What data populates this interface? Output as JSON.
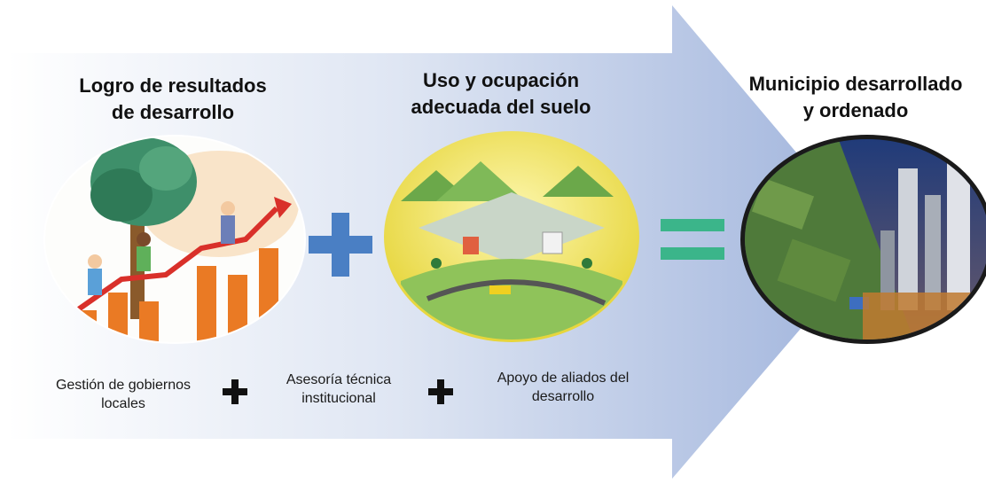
{
  "columns": [
    {
      "title_line1": "Logro de resultados",
      "title_line2": "de desarrollo",
      "image_label": "Illustration: people climbing a growth chart under a tree"
    },
    {
      "title_line1": "Uso y ocupación",
      "title_line2": "adecuada del suelo",
      "image_label": "Illustration: well-planned territory map with fields, roads and buildings"
    },
    {
      "title_line1": "Municipio desarrollado",
      "title_line2": "y ordenado",
      "image_label": "Photo collage: aerial rural land and city skyline at night"
    }
  ],
  "operators": {
    "plus": "+",
    "equals": "="
  },
  "factors": [
    {
      "line1": "Gestión de gobiernos",
      "line2": "locales"
    },
    {
      "line1": "Asesoría técnica",
      "line2": "institucional"
    },
    {
      "line1": "Apoyo de aliados del",
      "line2": "desarrollo"
    }
  ],
  "colors": {
    "arrow_light": "#eef2f9",
    "arrow_dark": "#9fb3dc",
    "plus_blue": "#4a7fc4",
    "equals_green": "#3bb58a",
    "plus_black": "#111111"
  }
}
